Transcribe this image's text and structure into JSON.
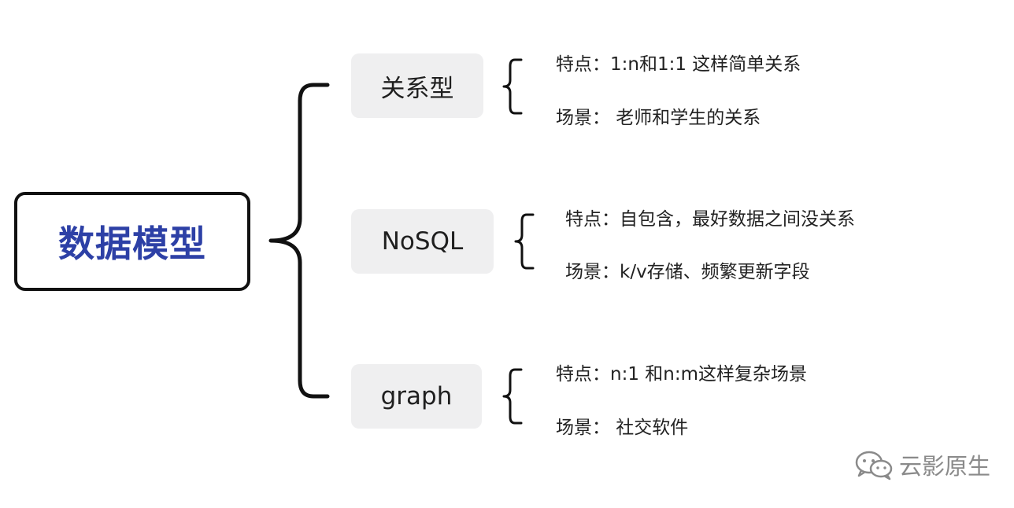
{
  "root": {
    "label": "数据模型",
    "text_color": "#2d40a6",
    "border_color": "#111111"
  },
  "branches": [
    {
      "label": "关系型",
      "details": [
        "特点：1:n和1:1 这样简单关系",
        "场景：  老师和学生的关系"
      ]
    },
    {
      "label": "NoSQL",
      "details": [
        "特点：自包含，最好数据之间没关系",
        "场景：k/v存储、频繁更新字段"
      ]
    },
    {
      "label": "graph",
      "details": [
        "特点：n:1 和n:m这样复杂场景",
        "场景：  社交软件"
      ]
    }
  ],
  "watermark": {
    "icon": "wechat-icon",
    "text": "云影原生"
  },
  "colors": {
    "branch_background": "#efeff0",
    "connector": "#111111",
    "watermark": "#8a8a8a"
  }
}
